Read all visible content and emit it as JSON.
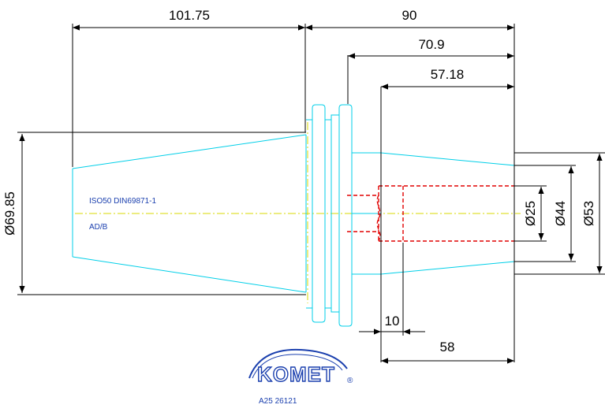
{
  "dimensions": {
    "d101_75": "101.75",
    "d90": "90",
    "d70_9": "70.9",
    "d57_18": "57.18",
    "dia69_85": "Ø69.85",
    "dia25": "Ø25",
    "dia44": "Ø44",
    "dia53": "Ø53",
    "d10": "10",
    "d58": "58"
  },
  "notes": {
    "standard": "ISO50 DIN69871-1",
    "form": "AD/B"
  },
  "brand": {
    "logo_text": "KOMET",
    "logo_mark": "®",
    "part_code": "A25 26121"
  },
  "colors": {
    "dimension_lines": "#000000",
    "part_outline": "#00cfe8",
    "hidden_lines": "#e00000",
    "centerline": "#d8d800",
    "notes": "#1a3fae"
  }
}
